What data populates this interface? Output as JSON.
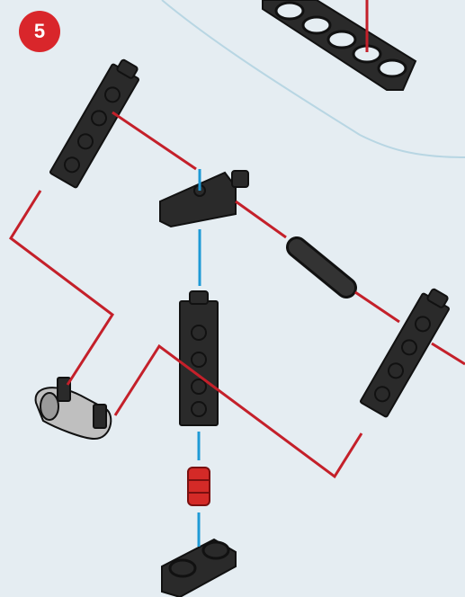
{
  "step": {
    "number": "5"
  },
  "colors": {
    "background": "#e5edf2",
    "badge": "#d9262b",
    "guide_red": "#c4202a",
    "guide_blue": "#1f9ad6",
    "part_dark": "#2a2a2a",
    "part_red": "#d42a27",
    "part_clear": "#bfbfbf",
    "divider": "#b8d6e3"
  },
  "parts": [
    {
      "name": "top-beam",
      "icon": "perforated-beam-icon"
    },
    {
      "name": "left-rod-connector",
      "icon": "rod-connector-icon"
    },
    {
      "name": "upper-cube",
      "icon": "cube-connector-icon"
    },
    {
      "name": "axle",
      "icon": "axle-icon"
    },
    {
      "name": "right-rod-connector",
      "icon": "rod-connector-icon"
    },
    {
      "name": "center-rod-connector",
      "icon": "rod-connector-icon"
    },
    {
      "name": "clear-peg",
      "icon": "transparent-peg-icon"
    },
    {
      "name": "red-bushing",
      "icon": "bushing-icon"
    },
    {
      "name": "short-beam",
      "icon": "short-beam-icon"
    }
  ]
}
